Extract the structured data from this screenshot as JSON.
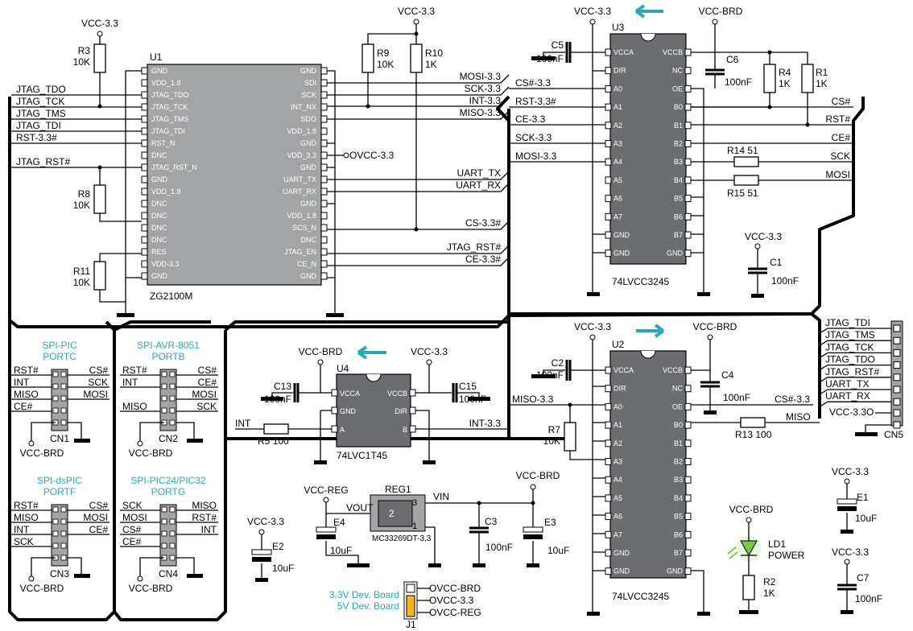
{
  "colors": {
    "chip": "#a3a4a6",
    "chip_dark": "#6b6d70",
    "accent": "#2aa7b8",
    "led": "#7ac943",
    "jumper": "#f3b81b"
  },
  "u1": {
    "ref": "U1",
    "name": "ZG2100M",
    "left_pins": [
      "GND",
      "VDD_1.8",
      "JTAG_TDO",
      "JTAG_TCK",
      "JTAG_TMS",
      "JTAG_TDI",
      "RST_N",
      "DNC",
      "JTAG_RST_N",
      "GND",
      "VDD_1.8",
      "DNC",
      "DNC",
      "DNC",
      "DNC",
      "RES",
      "VDD-3.3",
      "GND"
    ],
    "right_pins": [
      "GND",
      "SDI",
      "SCK",
      "INT_NX",
      "SDO",
      "VDD_1.8",
      "GND",
      "VDD_3.3",
      "GND",
      "UART_TX",
      "UART_RX",
      "GND",
      "VDD_1.8",
      "SCS_N",
      "DNC",
      "JTAG_EN",
      "CE_N",
      "GND"
    ]
  },
  "u3": {
    "ref": "U3",
    "name": "74LVCC3245",
    "left_pins": [
      "VCCA",
      "DIR",
      "A0",
      "A1",
      "A2",
      "A3",
      "A4",
      "A5",
      "A6",
      "A7",
      "GND",
      "GND"
    ],
    "right_pins": [
      "VCCB",
      "NC",
      "OE",
      "B0",
      "B1",
      "B2",
      "B3",
      "B4",
      "B5",
      "B6",
      "B7",
      "GND"
    ]
  },
  "u2": {
    "ref": "U2",
    "name": "74LVCC3245",
    "left_pins": [
      "VCCA",
      "DIR",
      "A0",
      "A1",
      "A2",
      "A3",
      "A4",
      "A5",
      "A6",
      "A7",
      "GND",
      "GND"
    ],
    "right_pins": [
      "VCCB",
      "NC",
      "OE",
      "B0",
      "B1",
      "B2",
      "B3",
      "B4",
      "B5",
      "B6",
      "B7",
      "GND"
    ]
  },
  "u4": {
    "ref": "U4",
    "name": "74LVC1T45",
    "left_pins": [
      "VCCA",
      "GND",
      "A"
    ],
    "right_pins": [
      "VCCB",
      "DIR",
      "B"
    ]
  },
  "reg1": {
    "ref": "REG1",
    "name": "MC33269DT-3,3",
    "pin2": "2",
    "pin3": "3",
    "pin1": "1",
    "vout": "VOUT",
    "vin": "VIN"
  },
  "power": {
    "vcc33": "VCC-3.3",
    "vccbrd": "VCC-BRD",
    "vccreg": "VCC-REG",
    "ovcc33": "OVCC-3.3"
  },
  "resistors": {
    "r3": {
      "ref": "R3",
      "val": "10K"
    },
    "r9": {
      "ref": "R9",
      "val": "10K"
    },
    "r10": {
      "ref": "R10",
      "val": "1K"
    },
    "r8": {
      "ref": "R8",
      "val": "10K"
    },
    "r11": {
      "ref": "R11",
      "val": "10K"
    },
    "r4": {
      "ref": "R4",
      "val": "1K"
    },
    "r1": {
      "ref": "R1",
      "val": "1K"
    },
    "r14": {
      "ref": "R14",
      "val": "51"
    },
    "r15": {
      "ref": "R15",
      "val": "51"
    },
    "r5": {
      "ref": "R5",
      "val": "100"
    },
    "r7": {
      "ref": "R7",
      "val": "10K"
    },
    "r13": {
      "ref": "R13",
      "val": "100"
    },
    "r2": {
      "ref": "R2",
      "val": "1K"
    }
  },
  "caps": {
    "c5": {
      "ref": "C5",
      "val": "100nF"
    },
    "c6": {
      "ref": "C6",
      "val": "100nF"
    },
    "c1": {
      "ref": "C1",
      "val": "100nF"
    },
    "c2": {
      "ref": "C2",
      "val": "100nF"
    },
    "c4": {
      "ref": "C4",
      "val": "100nF"
    },
    "c13": {
      "ref": "C13",
      "val": "100nF"
    },
    "c15": {
      "ref": "C15",
      "val": "100nF"
    },
    "c3": {
      "ref": "C3",
      "val": "100nF"
    },
    "c7": {
      "ref": "C7",
      "val": "100nF"
    },
    "e1": {
      "ref": "E1",
      "val": "10uF"
    },
    "e2": {
      "ref": "E2",
      "val": "10uF"
    },
    "e3": {
      "ref": "E3",
      "val": "10uF"
    },
    "e4": {
      "ref": "E4",
      "val": "10uF"
    }
  },
  "nets_u1_left": [
    "JTAG_TDO",
    "JTAG_TCK",
    "JTAG_TMS",
    "JTAG_TDI",
    "RST-3.3#",
    "JTAG_RST#"
  ],
  "nets_u1_right": [
    "MOSI-3.3",
    "SCK-3.3",
    "INT-3.3",
    "MISO-3.3",
    "UART_TX",
    "UART_RX",
    "CS-3.3#",
    "JTAG_RST#",
    "CE-3.3#"
  ],
  "nets_u3_left": [
    "CS#-3.3",
    "RST-3.3#",
    "CE-3.3",
    "SCK-3.3",
    "MOSI-3.3"
  ],
  "nets_u3_right": [
    "CS#",
    "RST#",
    "CE#",
    "SCK",
    "MOSI"
  ],
  "nets_u2": {
    "miso33": "MISO-3.3",
    "cs33": "CS#-3.3",
    "miso": "MISO"
  },
  "u4_nets": {
    "int": "INT",
    "int33": "INT-3.3"
  },
  "cn5": {
    "ref": "CN5",
    "pins": [
      "JTAG_TDI",
      "JTAG_TMS",
      "JTAG_TCK",
      "JTAG_TDO",
      "JTAG_RST#",
      "UART_TX",
      "UART_RX"
    ],
    "vcc": "VCC-3.3"
  },
  "cn1": {
    "ref": "CN1",
    "title1": "SPI-PIC",
    "title2": "PORTC",
    "left": [
      "RST#",
      "INT",
      "MISO",
      "CE#"
    ],
    "right": [
      "CS#",
      "SCK",
      "MOSI"
    ]
  },
  "cn2": {
    "ref": "CN2",
    "title1": "SPI-AVR-8051",
    "title2": "PORTB",
    "left": [
      "RST#",
      "INT",
      "",
      "MISO"
    ],
    "right": [
      "CS#",
      "CE#",
      "MOSI",
      "SCK"
    ]
  },
  "cn3": {
    "ref": "CN3",
    "title1": "SPI-dsPIC",
    "title2": "PORTF",
    "left": [
      "RST#",
      "MISO",
      "INT",
      "SCK"
    ],
    "right": [
      "CS#",
      "MOSI",
      "CE#"
    ]
  },
  "cn4": {
    "ref": "CN4",
    "title1": "SPI-PIC24/PIC32",
    "title2": "PORTG",
    "left": [
      "SCK",
      "MOSI",
      "CS#",
      "CE#"
    ],
    "right": [
      "MISO",
      "RST#",
      "INT"
    ]
  },
  "led": {
    "ref": "LD1",
    "name": "POWER"
  },
  "jumper": {
    "ref": "J1",
    "opt1": "3.3V Dev. Board",
    "opt2": "5V Dev. Board",
    "o1": "OVCC-BRD",
    "o2": "OVCC-3.3",
    "o3": "OVCC-REG"
  },
  "cn5_vcc": "VCC-3.3O"
}
